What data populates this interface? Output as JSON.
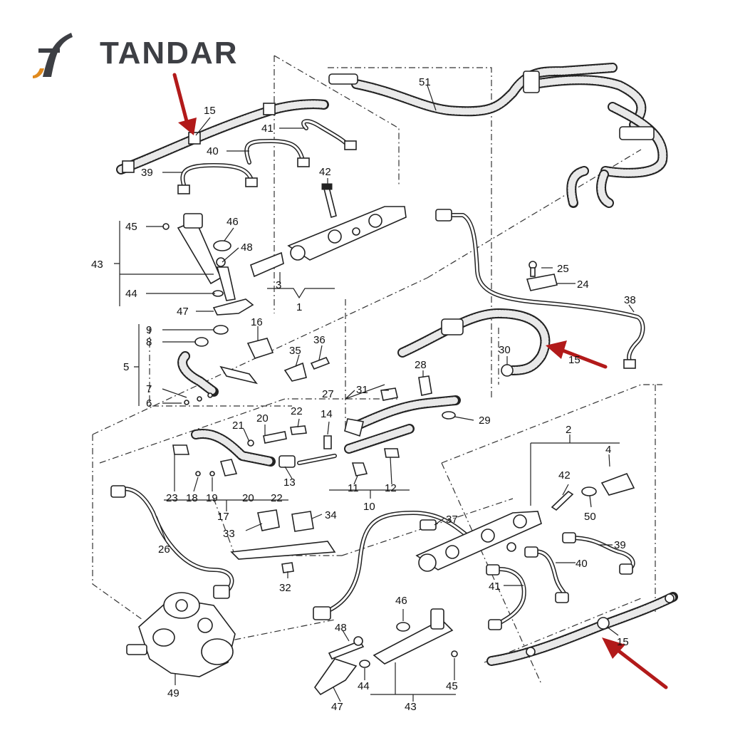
{
  "brand": {
    "name": "TANDAR",
    "logo_icon": "stylized-f-swoosh",
    "logo_color_main": "#3d3f44",
    "logo_color_accent": "#e08a1e"
  },
  "colors": {
    "arrow": "#b21a1a",
    "lines": "#222222"
  },
  "callouts": [
    {
      "id": "c-51",
      "text": "51"
    },
    {
      "id": "c-15a",
      "text": "15"
    },
    {
      "id": "c-41a",
      "text": "41"
    },
    {
      "id": "c-40a",
      "text": "40"
    },
    {
      "id": "c-39a",
      "text": "39"
    },
    {
      "id": "c-42a",
      "text": "42"
    },
    {
      "id": "c-45a",
      "text": "45"
    },
    {
      "id": "c-46a",
      "text": "46"
    },
    {
      "id": "c-48a",
      "text": "48"
    },
    {
      "id": "c-43a",
      "text": "43"
    },
    {
      "id": "c-44a",
      "text": "44"
    },
    {
      "id": "c-47a",
      "text": "47"
    },
    {
      "id": "c-3",
      "text": "3"
    },
    {
      "id": "c-1",
      "text": "1"
    },
    {
      "id": "c-25",
      "text": "25"
    },
    {
      "id": "c-24",
      "text": "24"
    },
    {
      "id": "c-38",
      "text": "38"
    },
    {
      "id": "c-9",
      "text": "9"
    },
    {
      "id": "c-8",
      "text": "8"
    },
    {
      "id": "c-16",
      "text": "16"
    },
    {
      "id": "c-5",
      "text": "5"
    },
    {
      "id": "c-35",
      "text": "35"
    },
    {
      "id": "c-36",
      "text": "36"
    },
    {
      "id": "c-7",
      "text": "7"
    },
    {
      "id": "c-6",
      "text": "6"
    },
    {
      "id": "c-30",
      "text": "30"
    },
    {
      "id": "c-15b",
      "text": "15"
    },
    {
      "id": "c-28",
      "text": "28"
    },
    {
      "id": "c-27",
      "text": "27"
    },
    {
      "id": "c-31",
      "text": "31"
    },
    {
      "id": "c-29",
      "text": "29"
    },
    {
      "id": "c-21",
      "text": "21"
    },
    {
      "id": "c-20a",
      "text": "20"
    },
    {
      "id": "c-22a",
      "text": "22"
    },
    {
      "id": "c-14",
      "text": "14"
    },
    {
      "id": "c-13",
      "text": "13"
    },
    {
      "id": "c-11",
      "text": "11"
    },
    {
      "id": "c-12",
      "text": "12"
    },
    {
      "id": "c-10",
      "text": "10"
    },
    {
      "id": "c-23",
      "text": "23"
    },
    {
      "id": "c-18",
      "text": "18"
    },
    {
      "id": "c-19",
      "text": "19"
    },
    {
      "id": "c-20b",
      "text": "20"
    },
    {
      "id": "c-22b",
      "text": "22"
    },
    {
      "id": "c-17",
      "text": "17"
    },
    {
      "id": "c-2",
      "text": "2"
    },
    {
      "id": "c-4",
      "text": "4"
    },
    {
      "id": "c-42b",
      "text": "42"
    },
    {
      "id": "c-50",
      "text": "50"
    },
    {
      "id": "c-34",
      "text": "34"
    },
    {
      "id": "c-33",
      "text": "33"
    },
    {
      "id": "c-26",
      "text": "26"
    },
    {
      "id": "c-37",
      "text": "37"
    },
    {
      "id": "c-39b",
      "text": "39"
    },
    {
      "id": "c-40b",
      "text": "40"
    },
    {
      "id": "c-41b",
      "text": "41"
    },
    {
      "id": "c-32",
      "text": "32"
    },
    {
      "id": "c-46b",
      "text": "46"
    },
    {
      "id": "c-48b",
      "text": "48"
    },
    {
      "id": "c-15c",
      "text": "15"
    },
    {
      "id": "c-44b",
      "text": "44"
    },
    {
      "id": "c-45b",
      "text": "45"
    },
    {
      "id": "c-43b",
      "text": "43"
    },
    {
      "id": "c-47b",
      "text": "47"
    },
    {
      "id": "c-49",
      "text": "49"
    }
  ]
}
